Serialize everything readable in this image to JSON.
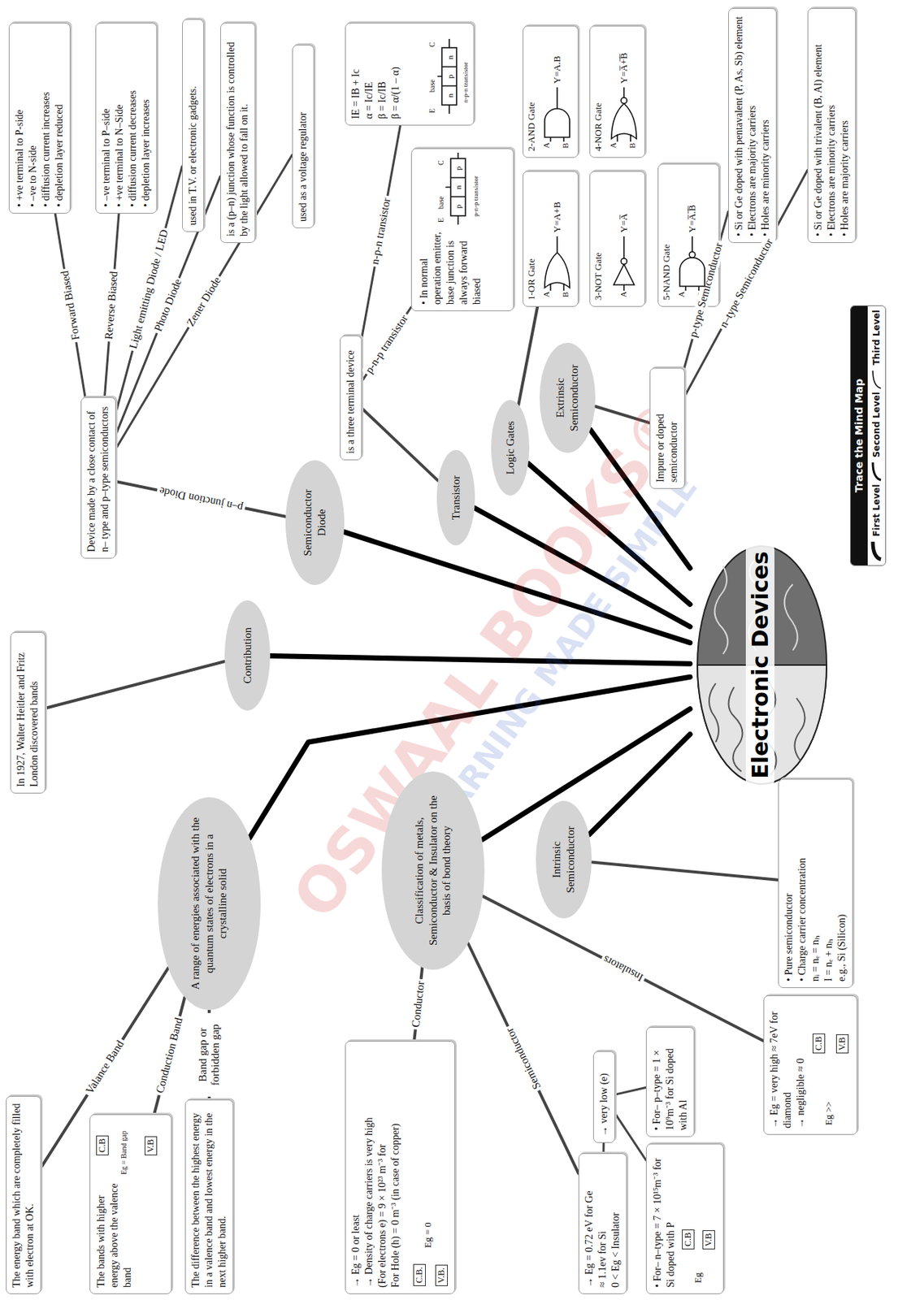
{
  "diagram": {
    "nodes": [
      {
        "text": [
          "Electronic Devices"
        ]
      },
      {
        "text": [
          "Semiconductor Diode"
        ]
      },
      {
        "text": [
          "Device made by a close contact of n– type and p–type semiconductors"
        ]
      },
      {
        "text": [
          "• +ve terminal to P-side",
          "• –ve to N-side",
          "• diffusion current increases",
          "• depletion layer reduced"
        ]
      },
      {
        "text": [
          "• –ve terminal to P–side",
          "• +ve terminal to N–Side",
          "• diffusion current decreases",
          "• depletion layer increases"
        ]
      },
      {
        "text": [
          "used in T.V. or electronic gadgets."
        ]
      },
      {
        "text": [
          "is a (p–n) junction whose function is controlled by the light allowed to fall on it."
        ]
      },
      {
        "text": [
          "used as a voltage regulator"
        ]
      },
      {
        "text": [
          "Contribution"
        ]
      },
      {
        "text": [
          "In 1927, Walter Heitler and Fritz London discovered bands"
        ]
      },
      {
        "text": [
          "A range of energies associated with the quantum states of electrons in a crystalline solid"
        ]
      },
      {
        "text": [
          "The energy band which are completely filled with electron at OK."
        ]
      },
      {
        "text": [
          "The bands with higher energy above the valence band",
          "C.B",
          "Eg = Band gap",
          "V.B"
        ]
      },
      {
        "text": [
          "The difference between the highest energy in a valence band and lowest energy in the next higher band."
        ]
      },
      {
        "text": [
          "Classification of metals, Semiconductor & Insulator on the basis of bond theory"
        ]
      },
      {
        "text": [
          "→ Eg = 0 or least",
          "→ Density of charge carriers is very high",
          "(For electrons e) = 9 × 10²³ m⁻³ for",
          "For Hole (h) = 0 m⁻³ (in case of copper)",
          "C.B.",
          "Eg = 0",
          "V.B."
        ]
      },
      {
        "text": [
          "→ Eg = 0.72 eV for Ge",
          "≈ 1.1ev for Si",
          "0 < Eg < Insulator"
        ]
      },
      {
        "text": [
          "→ very low (e)"
        ]
      },
      {
        "text": [
          "• For– n–type = 7 × 10¹⁵m⁻³ for Si doped with P",
          "C.B",
          "Eg",
          "V.B"
        ]
      },
      {
        "text": [
          "• For– p–type = 1 × 10⁹m⁻³ for Si doped with Al"
        ]
      },
      {
        "text": [
          "→ Eg = very high ≈ 7eV for diamond",
          "→ negligible ≈ 0",
          "C.B",
          "Eg >>",
          "V.B"
        ]
      },
      {
        "text": [
          "Intrinsic Semiconductor"
        ]
      },
      {
        "text": [
          "• Pure semiconductor",
          "• Charge carrier concentration",
          "nᵢ = nₑ = nₕ",
          "I = nₑ + nₕ",
          "e.g., Si (Silicon)"
        ]
      },
      {
        "text": [
          "Transistor"
        ]
      },
      {
        "text": [
          "is a three terminal device"
        ]
      },
      {
        "text": [
          "• In normal operation emitter, base junction is always forward biased",
          "E",
          "base",
          "C",
          "p",
          "n",
          "p",
          "p-n-p transistor"
        ]
      },
      {
        "text": [
          "IE = IB + Ic",
          "α = Ic/IE",
          "β = Ic/IB",
          "β = α/(1 – α)",
          "E",
          "base",
          "C",
          "n",
          "p",
          "n",
          "n-p-n transistor"
        ]
      },
      {
        "text": [
          "Logic Gates"
        ]
      },
      {
        "text": [
          "1-OR Gate",
          "A",
          "B",
          "Y=A+B"
        ]
      },
      {
        "text": [
          "2-AND Gate",
          "A",
          "B",
          "Y=A.B"
        ]
      },
      {
        "text": [
          "3-NOT Gate",
          "A",
          "Y=A̅"
        ]
      },
      {
        "text": [
          "4-NOR Gate",
          "A",
          "B",
          "Y=A̅+̅B̅"
        ]
      },
      {
        "text": [
          "5-NAND Gate",
          "A",
          "B",
          "Y=A̅.̅B̅"
        ]
      },
      {
        "text": [
          "Extrinsic Semiconductor"
        ]
      },
      {
        "text": [
          "Impure or doped semiconductor"
        ]
      },
      {
        "text": [
          "• Si or Ge doped with pentavalent (P, As, Sb) element",
          "• Electrons are majority carriers",
          "• Holes are minority carriers"
        ]
      },
      {
        "text": [
          "• Si or Ge doped with trivalent (B, Al) element",
          "• Electrons are minority carriers",
          "• Holes are majority carriers"
        ]
      }
    ],
    "edges": [
      {
        "from": 0,
        "to": 1,
        "arrow": "none"
      },
      {
        "from": 0,
        "to": 8,
        "arrow": "none"
      },
      {
        "from": 0,
        "to": 10,
        "arrow": "none"
      },
      {
        "from": 0,
        "to": 14,
        "arrow": "none"
      },
      {
        "from": 0,
        "to": 21,
        "arrow": "none"
      },
      {
        "from": 0,
        "to": 23,
        "arrow": "none"
      },
      {
        "from": 0,
        "to": 27,
        "arrow": "none"
      },
      {
        "from": 0,
        "to": 33,
        "arrow": "none"
      },
      {
        "from": 1,
        "to": 2,
        "label": "p–n junction Diode",
        "arrow": "none"
      },
      {
        "from": 2,
        "to": 3,
        "label": "Forward Biased",
        "arrow": "none"
      },
      {
        "from": 2,
        "to": 4,
        "label": "Reverse Biased",
        "arrow": "none"
      },
      {
        "from": 2,
        "to": 5,
        "label": "Light emitting Diode / LED",
        "arrow": "none"
      },
      {
        "from": 2,
        "to": 6,
        "label": "Photo Diode",
        "arrow": "none"
      },
      {
        "from": 2,
        "to": 7,
        "label": "Zener Diode",
        "arrow": "none"
      },
      {
        "from": 8,
        "to": 9,
        "arrow": "none"
      },
      {
        "from": 10,
        "to": 11,
        "label": "Valance Band",
        "arrow": "none"
      },
      {
        "from": 10,
        "to": 12,
        "label": "Conduction Band",
        "arrow": "none"
      },
      {
        "from": 10,
        "to": 13,
        "label": "Band gap or forbidden gap",
        "arrow": "none"
      },
      {
        "from": 14,
        "to": 15,
        "label": "Conductor",
        "arrow": "none"
      },
      {
        "from": 14,
        "to": 16,
        "label": "Semiconductor",
        "arrow": "none"
      },
      {
        "from": 14,
        "to": 20,
        "label": "Insulators",
        "arrow": "none"
      },
      {
        "from": 16,
        "to": 17,
        "arrow": "none"
      },
      {
        "from": 17,
        "to": 18,
        "arrow": "none"
      },
      {
        "from": 17,
        "to": 19,
        "arrow": "none"
      },
      {
        "from": 21,
        "to": 22,
        "arrow": "none"
      },
      {
        "from": 23,
        "to": 24,
        "arrow": "none"
      },
      {
        "from": 24,
        "to": 25,
        "label": "p-n-p transistor",
        "arrow": "none"
      },
      {
        "from": 24,
        "to": 26,
        "label": "n-p-n transistor",
        "arrow": "none"
      },
      {
        "from": 27,
        "to": 28,
        "arrow": "none"
      },
      {
        "from": 33,
        "to": 34,
        "arrow": "none"
      },
      {
        "from": 34,
        "to": 35,
        "label": "p-type Semiconductor",
        "arrow": "none"
      },
      {
        "from": 34,
        "to": 36,
        "label": "n–type Semiconductor",
        "arrow": "none"
      }
    ],
    "labels": [
      "OSWAAL BOOKS®",
      "LEARNING MADE SIMPLE",
      "Trace the Mind Map"
    ],
    "legend": [
      {
        "text": "First Level"
      },
      {
        "text": "Second Level"
      },
      {
        "text": "Third Level"
      }
    ]
  }
}
